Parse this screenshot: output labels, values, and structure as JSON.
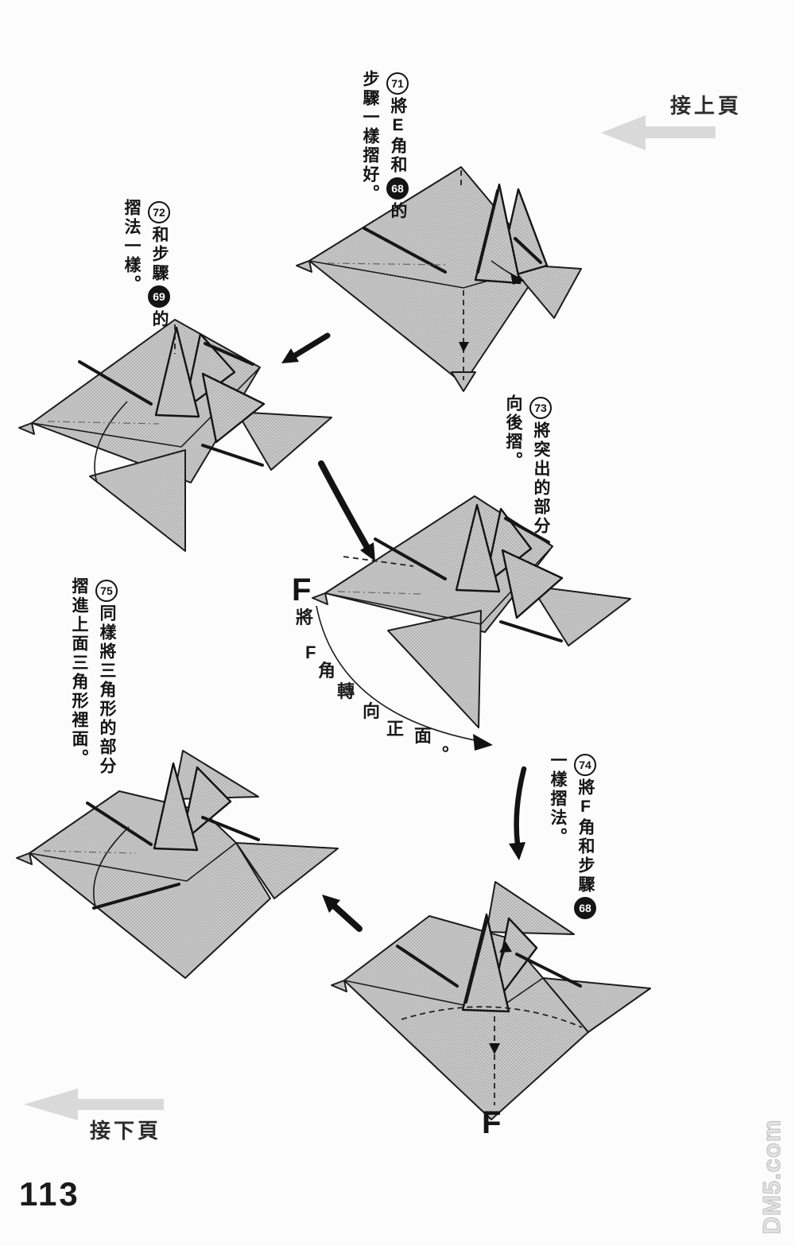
{
  "page": {
    "number": "113",
    "watermark": "DM5.com"
  },
  "nav": {
    "prev": "接上頁",
    "next": "接下頁"
  },
  "steps": {
    "s71": {
      "num": "71",
      "pre": "將E角和",
      "ref": "68",
      "post": "的",
      "line2": "步驟一樣摺好。"
    },
    "s72": {
      "num": "72",
      "pre": "和步驟",
      "ref": "69",
      "post": "的",
      "line2": "摺法一樣。"
    },
    "s73": {
      "num": "73",
      "pre": "將突出的部分",
      "line2": "向後摺。"
    },
    "s74": {
      "num": "74",
      "pre": "將F角和步驟",
      "ref": "68",
      "post": "",
      "line2": "一樣摺法。"
    },
    "s75": {
      "num": "75",
      "pre": "同樣將三角形的部分",
      "line2": "摺進上面三角形裡面。"
    }
  },
  "rotate_label": {
    "chars": [
      "將",
      "F",
      "角",
      "轉",
      "向",
      "正",
      "面",
      "。"
    ]
  },
  "f_labels": {
    "mid": "F",
    "bottom": "F"
  },
  "icons": {
    "prev_arrow": "left-gray-arrow",
    "next_arrow": "left-gray-arrow",
    "flow_arrow": "thick-black-arrow",
    "rotate_arrow": "curved-thin-arrow"
  },
  "colors": {
    "paper_fill": "#c4c4c4",
    "line": "#1c1c1c",
    "nav_arrow": "#d9d9d9",
    "watermark": "#cccccc"
  }
}
